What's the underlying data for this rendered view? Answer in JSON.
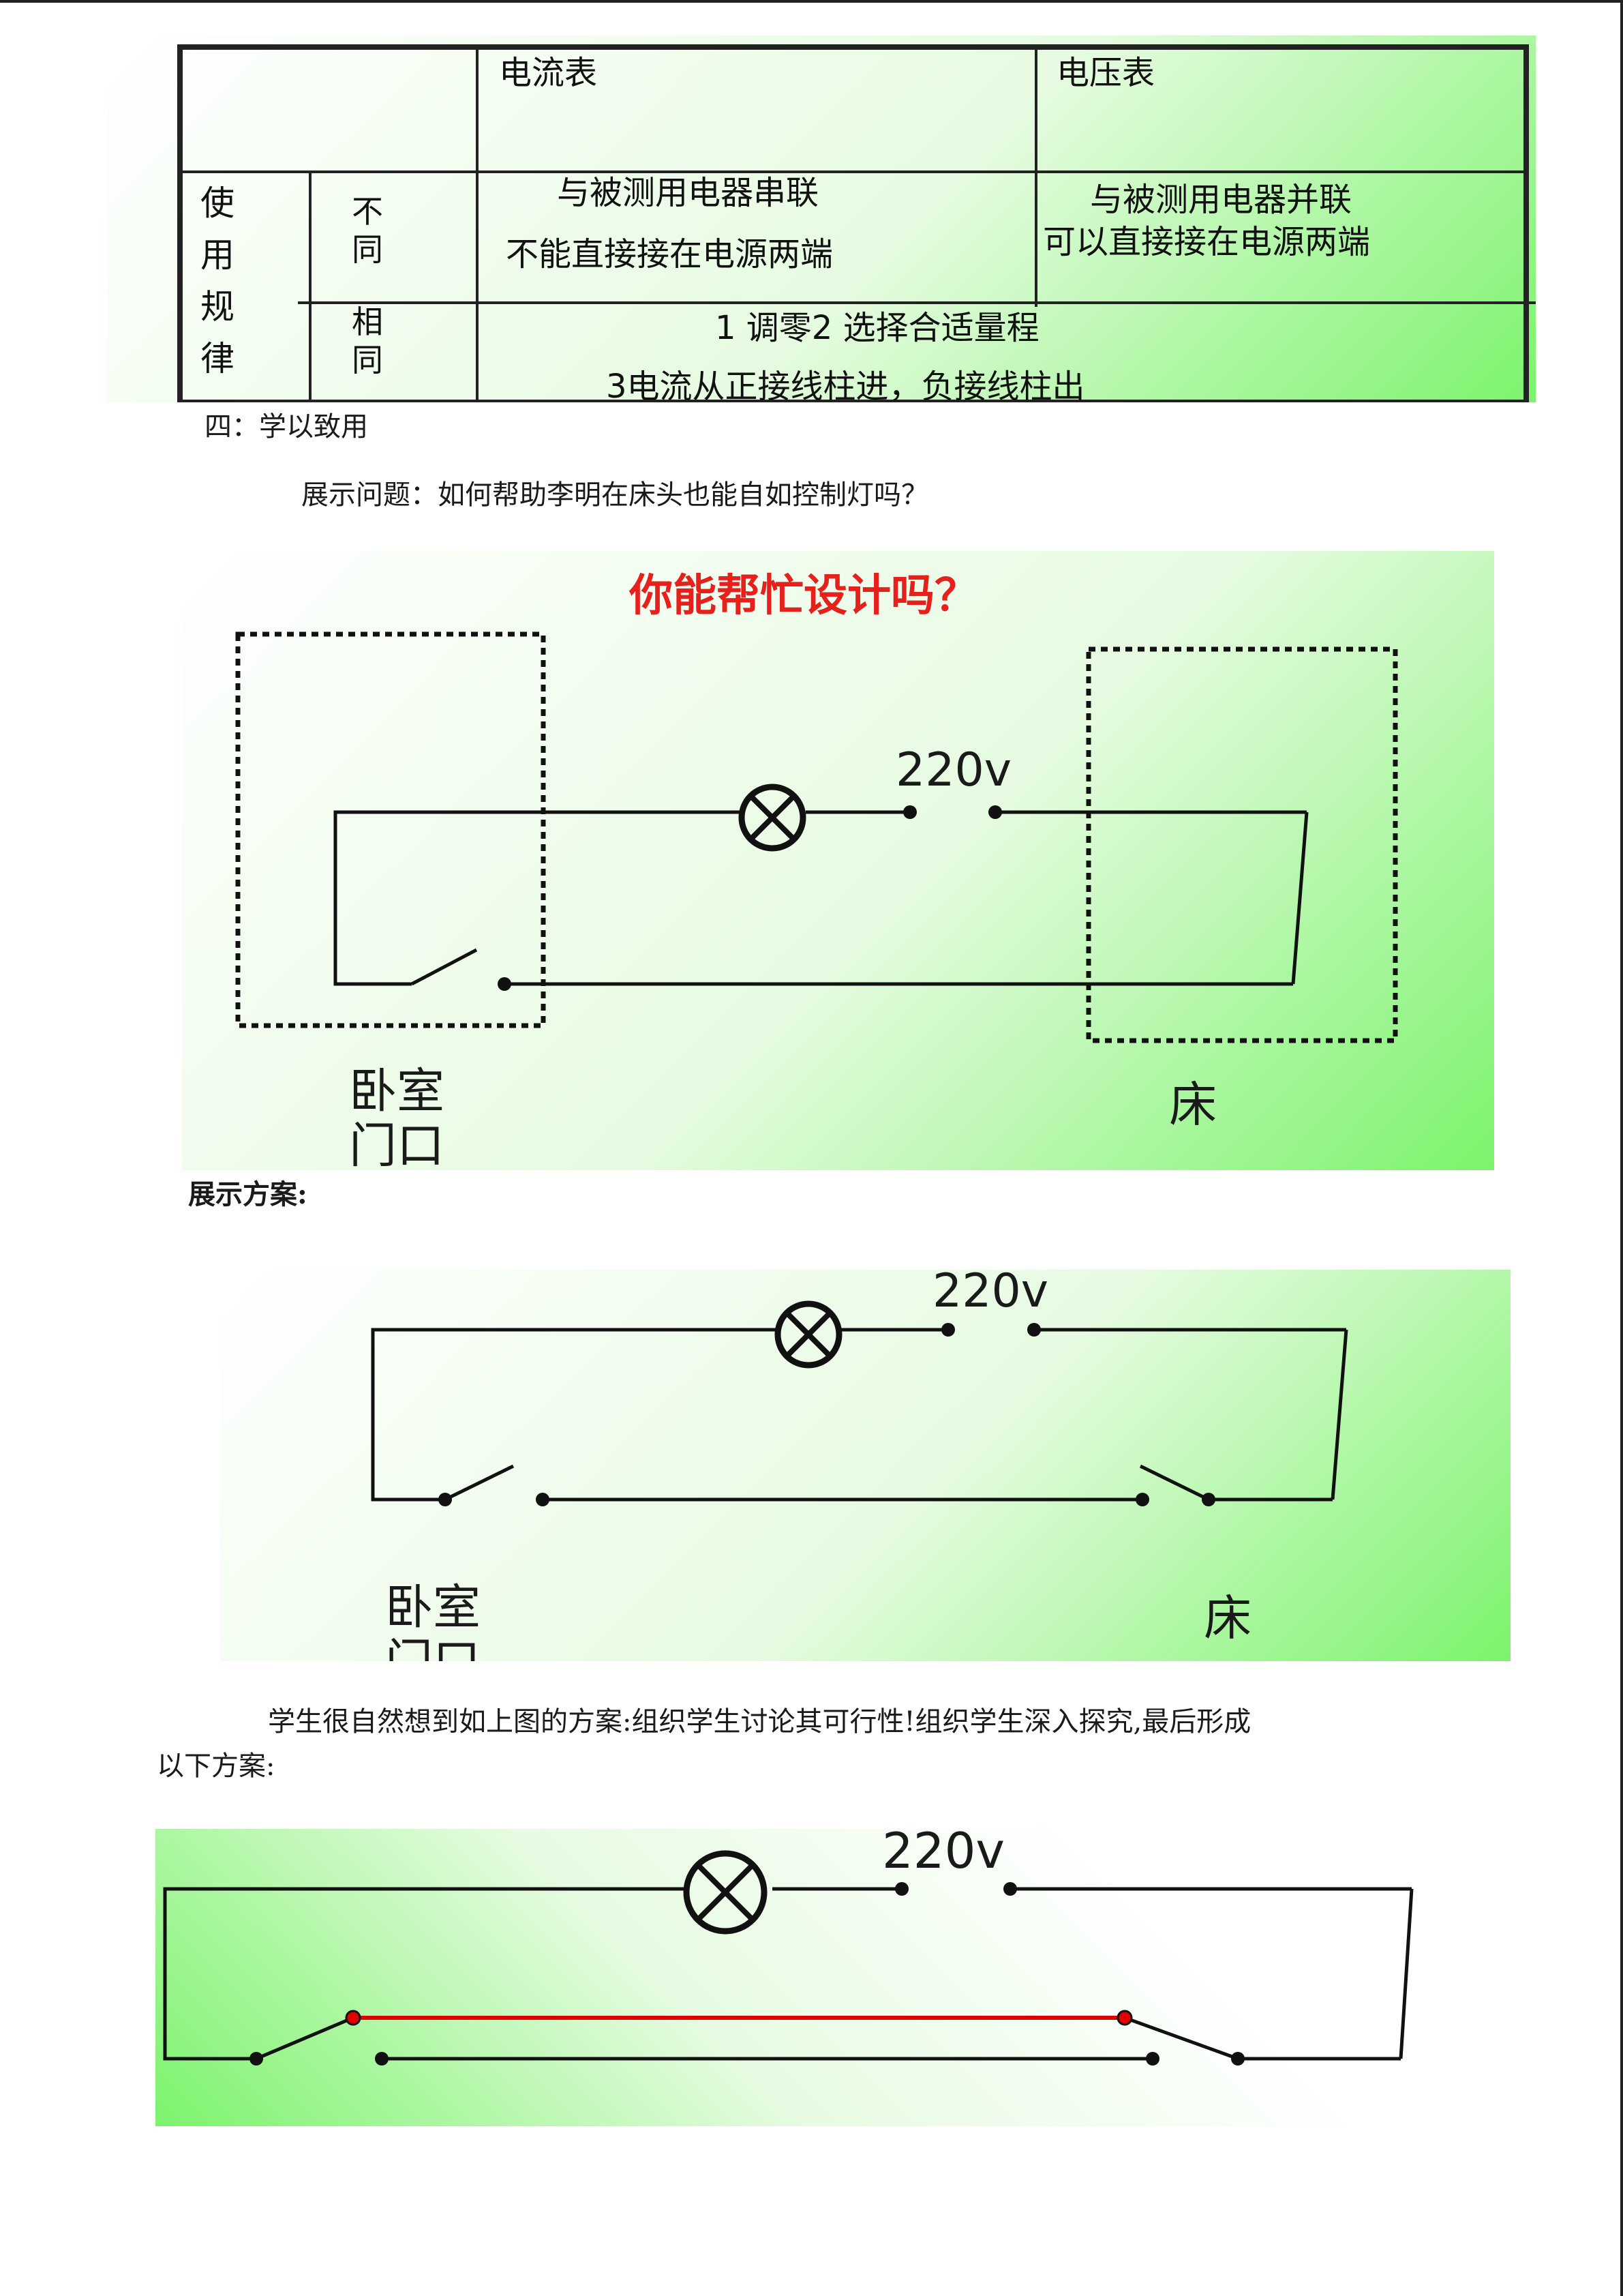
{
  "table": {
    "header_ammeter": "电流表",
    "header_voltmeter": "电压表",
    "rule_label": "使用规律",
    "diff_label": "不同",
    "same_label": "相同",
    "ammeter_rule_1": "与被测用电器串联",
    "ammeter_rule_2": "不能直接接在电源两端",
    "voltmeter_rule_1": "与被测用电器并联",
    "voltmeter_rule_2": "可以直接接在电源两端",
    "common_rule_1": "1  调零2  选择合适量程",
    "common_rule_2": "3电流从正接线柱进，负接线柱出"
  },
  "section_heading": "四：学以致用",
  "question_text": "展示问题：如何帮助李明在床头也能自如控制灯吗？",
  "slide1": {
    "title": "你能帮忙设计吗？",
    "voltage": "220v",
    "label_door": "卧室门口",
    "label_bed": "床"
  },
  "solution_heading": "展示方案:",
  "slide2": {
    "voltage": "220v",
    "label_door": "卧室门口",
    "label_bed": "床"
  },
  "discussion_text_line1": "学生很自然想到如上图的方案:组织学生讨论其可行性!组织学生深入探究,最后形成",
  "discussion_text_line2": "以下方案:",
  "slide3": {
    "voltage": "220v"
  },
  "colors": {
    "slide_green": "#7cf36c",
    "title_red": "#e8201c",
    "wire_red": "#e00000",
    "wire_black": "#111111"
  }
}
